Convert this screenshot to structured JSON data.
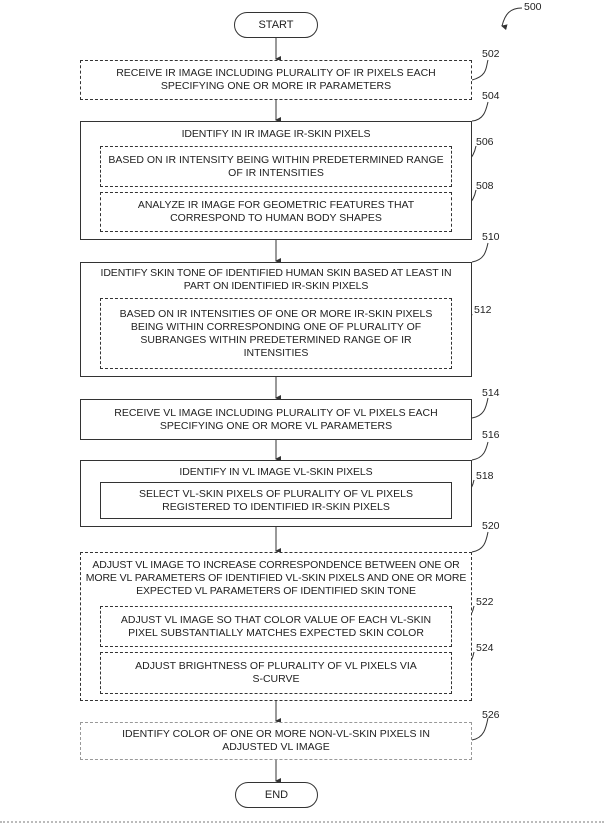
{
  "figure_ref": "500",
  "start_label": "START",
  "end_label": "END",
  "steps": {
    "s502": {
      "ref": "502",
      "text": "RECEIVE IR IMAGE INCLUDING PLURALITY OF IR PIXELS EACH SPECIFYING ONE OR MORE IR PARAMETERS"
    },
    "s504": {
      "ref": "504",
      "text": "IDENTIFY IN IR IMAGE IR-SKIN PIXELS"
    },
    "s506": {
      "ref": "506",
      "text": "BASED ON IR INTENSITY BEING WITHIN PREDETERMINED RANGE OF IR INTENSITIES"
    },
    "s508": {
      "ref": "508",
      "text": "ANALYZE IR IMAGE FOR GEOMETRIC FEATURES THAT CORRESPOND TO HUMAN BODY SHAPES"
    },
    "s510": {
      "ref": "510",
      "text": "IDENTIFY SKIN TONE OF IDENTIFIED HUMAN SKIN BASED AT LEAST IN PART ON IDENTIFIED IR-SKIN PIXELS"
    },
    "s512": {
      "ref": "512",
      "text": "BASED ON IR INTENSITIES OF ONE OR MORE IR-SKIN PIXELS BEING WITHIN CORRESPONDING ONE OF PLURALITY OF SUBRANGES WITHIN PREDETERMINED RANGE OF IR INTENSITIES"
    },
    "s514": {
      "ref": "514",
      "text": "RECEIVE VL IMAGE INCLUDING PLURALITY OF VL PIXELS EACH SPECIFYING ONE OR MORE VL PARAMETERS"
    },
    "s516": {
      "ref": "516",
      "text": "IDENTIFY IN VL IMAGE VL-SKIN PIXELS"
    },
    "s518": {
      "ref": "518",
      "text": "SELECT VL-SKIN PIXELS OF PLURALITY OF VL PIXELS REGISTERED TO IDENTIFIED IR-SKIN PIXELS"
    },
    "s520": {
      "ref": "520",
      "text": "ADJUST VL IMAGE TO INCREASE CORRESPONDENCE BETWEEN ONE OR MORE VL PARAMETERS OF IDENTIFIED VL-SKIN PIXELS AND ONE OR MORE EXPECTED VL PARAMETERS OF IDENTIFIED SKIN TONE"
    },
    "s522": {
      "ref": "522",
      "text": "ADJUST VL IMAGE SO THAT COLOR VALUE OF EACH VL-SKIN PIXEL SUBSTANTIALLY MATCHES EXPECTED SKIN COLOR"
    },
    "s524": {
      "ref": "524",
      "text": "ADJUST BRIGHTNESS OF PLURALITY OF VL PIXELS VIA S-CURVE"
    },
    "s526": {
      "ref": "526",
      "text": "IDENTIFY COLOR OF ONE OR MORE NON-VL-SKIN PIXELS IN ADJUSTED VL IMAGE"
    }
  }
}
